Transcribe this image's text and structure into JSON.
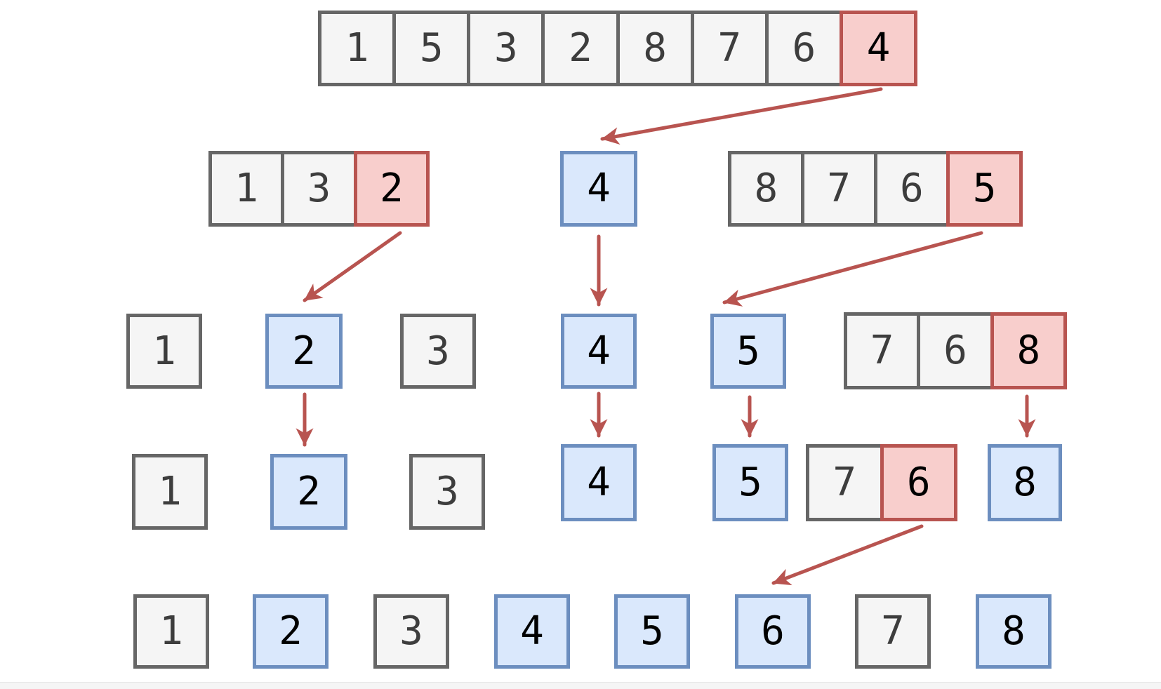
{
  "colors": {
    "canvas_bg": "#ffffff",
    "plain_fill": "#f5f5f5",
    "plain_border": "#666666",
    "plain_text": "#3d3d3d",
    "pivot_fill": "#f8cecc",
    "pivot_border": "#b85450",
    "sorted_fill": "#dae8fc",
    "sorted_border": "#6c8ebf",
    "highlight_text": "#000000",
    "arrow": "#b85450",
    "bottom_bar": "#f5f5f5"
  },
  "algorithm": {
    "kind": "quicksort-partition-diagram",
    "rows": [
      {
        "groups": [
          {
            "cells": [
              {
                "v": "1",
                "kind": "plain"
              },
              {
                "v": "5",
                "kind": "plain"
              },
              {
                "v": "3",
                "kind": "plain"
              },
              {
                "v": "2",
                "kind": "plain"
              },
              {
                "v": "8",
                "kind": "plain"
              },
              {
                "v": "7",
                "kind": "plain"
              },
              {
                "v": "6",
                "kind": "plain"
              },
              {
                "v": "4",
                "kind": "pivot"
              }
            ]
          }
        ]
      },
      {
        "groups": [
          {
            "cells": [
              {
                "v": "1",
                "kind": "plain"
              },
              {
                "v": "3",
                "kind": "plain"
              },
              {
                "v": "2",
                "kind": "pivot"
              }
            ]
          },
          {
            "cells": [
              {
                "v": "4",
                "kind": "sorted"
              }
            ]
          },
          {
            "cells": [
              {
                "v": "8",
                "kind": "plain"
              },
              {
                "v": "7",
                "kind": "plain"
              },
              {
                "v": "6",
                "kind": "plain"
              },
              {
                "v": "5",
                "kind": "pivot"
              }
            ]
          }
        ]
      },
      {
        "groups": [
          {
            "cells": [
              {
                "v": "1",
                "kind": "plain"
              }
            ]
          },
          {
            "cells": [
              {
                "v": "2",
                "kind": "sorted"
              }
            ]
          },
          {
            "cells": [
              {
                "v": "3",
                "kind": "plain"
              }
            ]
          },
          {
            "cells": [
              {
                "v": "4",
                "kind": "sorted"
              }
            ]
          },
          {
            "cells": [
              {
                "v": "5",
                "kind": "sorted"
              }
            ]
          },
          {
            "cells": [
              {
                "v": "7",
                "kind": "plain"
              },
              {
                "v": "6",
                "kind": "plain"
              },
              {
                "v": "8",
                "kind": "pivot"
              }
            ]
          }
        ]
      },
      {
        "groups": [
          {
            "cells": [
              {
                "v": "1",
                "kind": "plain"
              }
            ]
          },
          {
            "cells": [
              {
                "v": "2",
                "kind": "sorted"
              }
            ]
          },
          {
            "cells": [
              {
                "v": "3",
                "kind": "plain"
              }
            ]
          },
          {
            "cells": [
              {
                "v": "4",
                "kind": "sorted"
              }
            ]
          },
          {
            "cells": [
              {
                "v": "5",
                "kind": "sorted"
              }
            ]
          },
          {
            "cells": [
              {
                "v": "7",
                "kind": "plain"
              },
              {
                "v": "6",
                "kind": "pivot"
              }
            ]
          },
          {
            "cells": [
              {
                "v": "8",
                "kind": "sorted"
              }
            ]
          }
        ]
      },
      {
        "groups": [
          {
            "cells": [
              {
                "v": "1",
                "kind": "plain"
              }
            ]
          },
          {
            "cells": [
              {
                "v": "2",
                "kind": "sorted"
              }
            ]
          },
          {
            "cells": [
              {
                "v": "3",
                "kind": "plain"
              }
            ]
          },
          {
            "cells": [
              {
                "v": "4",
                "kind": "sorted"
              }
            ]
          },
          {
            "cells": [
              {
                "v": "5",
                "kind": "sorted"
              }
            ]
          },
          {
            "cells": [
              {
                "v": "6",
                "kind": "sorted"
              }
            ]
          },
          {
            "cells": [
              {
                "v": "7",
                "kind": "plain"
              }
            ]
          },
          {
            "cells": [
              {
                "v": "8",
                "kind": "sorted"
              }
            ]
          }
        ]
      }
    ],
    "connections": [
      {
        "from": "row1-pivot-4",
        "to": "row2-sorted-4"
      },
      {
        "from": "row2-pivot-2",
        "to": "row3-sorted-2"
      },
      {
        "from": "row2-sorted-4",
        "to": "row3-sorted-4"
      },
      {
        "from": "row2-pivot-5",
        "to": "row3-sorted-5"
      },
      {
        "from": "row3-sorted-2",
        "to": "row4-sorted-2"
      },
      {
        "from": "row3-sorted-4",
        "to": "row4-sorted-4"
      },
      {
        "from": "row3-sorted-5",
        "to": "row4-sorted-5"
      },
      {
        "from": "row3-pivot-8",
        "to": "row4-sorted-8"
      },
      {
        "from": "row4-pivot-6",
        "to": "row5-sorted-6"
      }
    ]
  }
}
